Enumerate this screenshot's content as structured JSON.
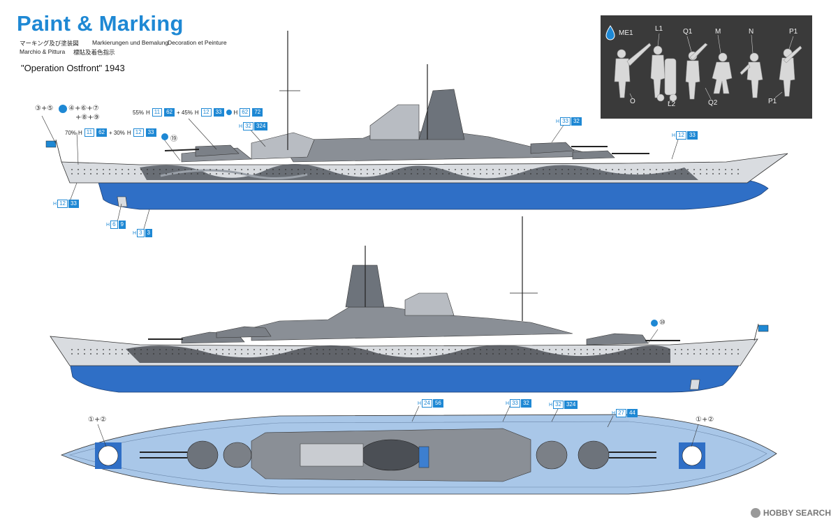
{
  "header": {
    "title": "Paint & Marking",
    "sub_ja": "マーキング及び塗装図",
    "sub_de": "Markierungen und Bemalung",
    "sub_fr": "Decoration et Peinture",
    "sub_it": "Marchio & Pittura",
    "sub_zh": "標貼及着色指示",
    "scheme": "\"Operation Ostfront\" 1943"
  },
  "figures": {
    "labels": [
      "ME1",
      "L1",
      "Q1",
      "M",
      "N",
      "P1",
      "O",
      "L2",
      "Q2",
      "P1"
    ]
  },
  "side_top": {
    "decal_stack_1": "③+⑤",
    "decal_stack_2": "④+⑥+⑦",
    "decal_stack_3": "+⑧+⑨",
    "decal_19": "⑲",
    "mix_a": {
      "p1": "55%",
      "c1": "11",
      "c1b": "62",
      "p2": "+ 45%",
      "c2": "12",
      "c2b": "33",
      "c3": "62",
      "c3b": "72"
    },
    "mix_b": {
      "p1": "70%",
      "c1": "11",
      "c1b": "62",
      "p2": "+ 30%",
      "c2": "12",
      "c2b": "33"
    },
    "code_324": {
      "a": "32",
      "b": "324"
    },
    "code_right1": {
      "a": "33",
      "b": "32"
    },
    "code_right2": {
      "a": "12",
      "b": "33"
    },
    "code_hull": {
      "a": "12",
      "b": "33"
    },
    "code_prop": {
      "a": "6",
      "b": "9"
    },
    "code_rudder": {
      "a": "3",
      "b": "3"
    }
  },
  "side_bottom": {
    "decal_10": "⑩"
  },
  "deck": {
    "left_decal": "①+②",
    "right_decal": "①+②",
    "code_a": {
      "a": "24",
      "b": "56"
    },
    "code_b": {
      "a": "33",
      "b": "32"
    },
    "code_c": {
      "a": "32",
      "b": "324"
    },
    "code_d": {
      "a": "27",
      "b": "44"
    }
  },
  "watermark": "HOBBY SEARCH",
  "colors": {
    "accent": "#1e88d4",
    "hull_blue": "#2f6fc6",
    "deck_blue": "#a9c7e8",
    "camo_dark": "#4b4f55",
    "camo_light": "#c9ccd1"
  }
}
